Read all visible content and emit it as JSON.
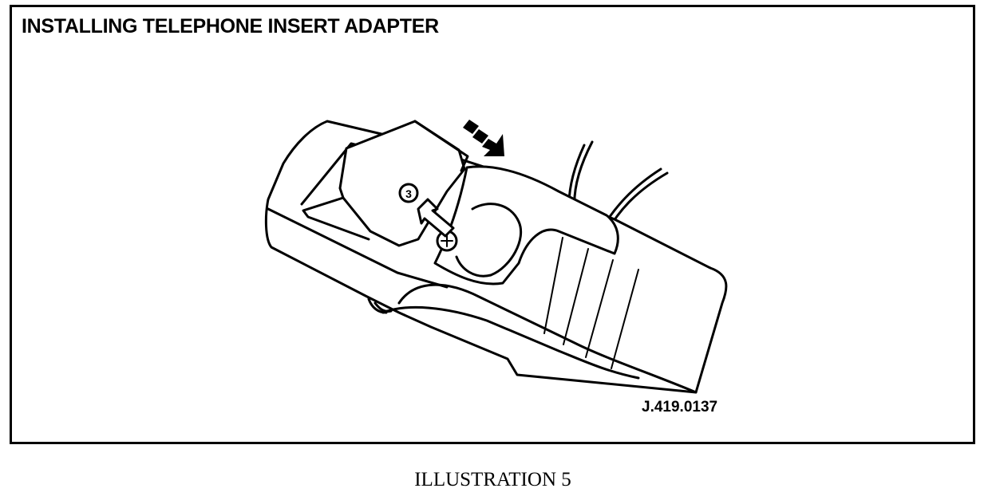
{
  "figure": {
    "title": "INSTALLING TELEPHONE INSERT ADAPTER",
    "reference": "J.419.0137",
    "caption": "ILLUSTRATION 5",
    "callout_number": "3"
  }
}
